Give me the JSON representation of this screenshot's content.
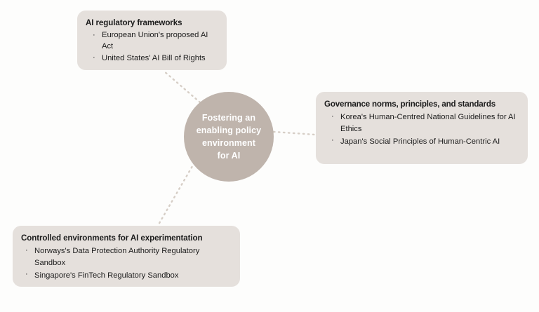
{
  "diagram": {
    "type": "hub-and-spoke",
    "background_color": "#fdfdfc",
    "card_color": "#e5e0dc",
    "hub_color": "#bfb4ac",
    "connector_color": "#d6cec6",
    "hub": {
      "label": "Fostering an\nenabling policy\nenvironment\nfor AI",
      "text_color": "#ffffff"
    },
    "cards": [
      {
        "id": "frameworks",
        "title": "AI regulatory frameworks",
        "bullet_glyph": "·",
        "items": [
          "European Union's proposed AI Act",
          "United States' AI Bill of Rights"
        ]
      },
      {
        "id": "governance",
        "title": "Governance norms, principles, and standards",
        "bullet_glyph": "·",
        "items": [
          "Korea's Human-Centred National Guidelines for AI Ethics",
          "Japan's Social Principles of Human-Centric AI"
        ]
      },
      {
        "id": "sandboxes",
        "title": "Controlled environments for AI experimentation",
        "bullet_glyph": "·",
        "items": [
          "Norways's Data Protection Authority Regulatory Sandbox",
          "Singapore's FinTech Regulatory Sandbox"
        ]
      }
    ]
  }
}
